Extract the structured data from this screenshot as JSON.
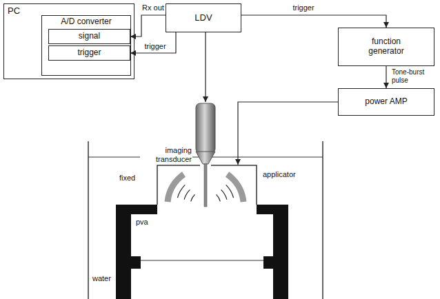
{
  "diagram": {
    "nodes": [
      {
        "text": [
          "PC"
        ]
      },
      {
        "text": [
          "A/D converter"
        ],
        "in": 0
      },
      {
        "text": [
          "signal"
        ],
        "in": 1
      },
      {
        "text": [
          "trigger"
        ],
        "in": 1
      },
      {
        "text": [
          "LDV"
        ]
      },
      {
        "text": [
          "function generator"
        ]
      },
      {
        "text": [
          "power AMP"
        ]
      }
    ],
    "edges": [
      {
        "from": 4,
        "to": 2,
        "label": "Rx out",
        "arrow": "to"
      },
      {
        "from": 4,
        "to": 3,
        "label": "trigger",
        "arrow": "to"
      },
      {
        "from": 4,
        "to": 5,
        "label": "trigger",
        "arrow": "to"
      },
      {
        "from": 5,
        "to": 6,
        "label": "Tone-burst pulse",
        "arrow": "to"
      }
    ],
    "labels": [
      "imaging transducer",
      "applicator",
      "fixed",
      "pva",
      "water"
    ]
  }
}
